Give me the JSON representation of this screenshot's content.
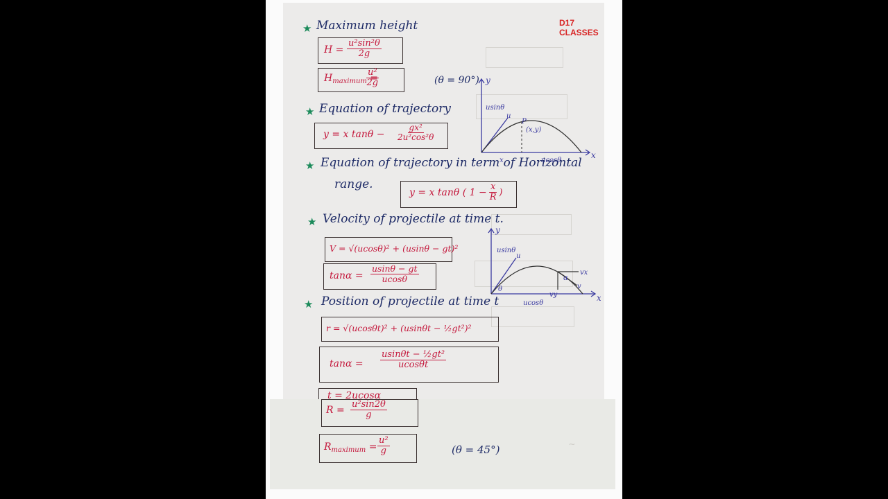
{
  "brand": "D17 CLASSES",
  "sections": {
    "max_height": {
      "heading": "Maximum height",
      "f1_lhs": "H =",
      "f1_num": "u²sin²θ",
      "f1_den": "2g",
      "f2_lhs": "H",
      "f2_sub": "maximum",
      "f2_eq": "=",
      "f2_num": "u²",
      "f2_den": "2g",
      "note": "(θ = 90°)"
    },
    "trajectory": {
      "heading": "Equation of trajectory",
      "f_lhs": "y = x tanθ −",
      "f_num": "gx²",
      "f_den": "2u²cos²θ"
    },
    "trajectory_range": {
      "heading_1": "Equation of trajectory in term of Horizontal",
      "heading_2": "range.",
      "f_lhs": "y = x tanθ ( 1 −",
      "f_num": "x",
      "f_den": "R",
      "f_close": ")"
    },
    "velocity": {
      "heading": "Velocity of projectile at time t.",
      "f1": "V = √(ucosθ)² + (usinθ − gt)²",
      "f2_lhs": "tanα =",
      "f2_num": "usinθ − gt",
      "f2_den": "ucosθ"
    },
    "position": {
      "heading": "Position of projectile at time t",
      "f1": "r = √(ucosθt)² + (usinθt − ½gt²)²",
      "f2_lhs": "tanα =",
      "f2_num": "usinθt − ½gt²",
      "f2_den": "ucosθt",
      "f3_partial": "t = 2ucosα"
    },
    "range": {
      "f1_lhs": "R =",
      "f1_num": "u²sin2θ",
      "f1_den": "g",
      "f2_lhs": "R",
      "f2_sub": "maximum",
      "f2_eq": "=",
      "f2_num": "u²",
      "f2_den": "g",
      "note": "(θ = 45°)"
    }
  },
  "diagram1": {
    "y_label": "y",
    "x_label": "x",
    "vertical": "usinθ",
    "u": "u",
    "point_p": "P",
    "point": "(x,y)",
    "x_mark": "x",
    "horizontal": "ucosθ"
  },
  "diagram2": {
    "y_label": "y",
    "x_label": "x",
    "vertical": "usinθ",
    "u": "u",
    "theta": "θ",
    "horizontal": "ucosθ",
    "vx": "vx",
    "vy": "vy",
    "v": "v",
    "alpha": "α"
  }
}
